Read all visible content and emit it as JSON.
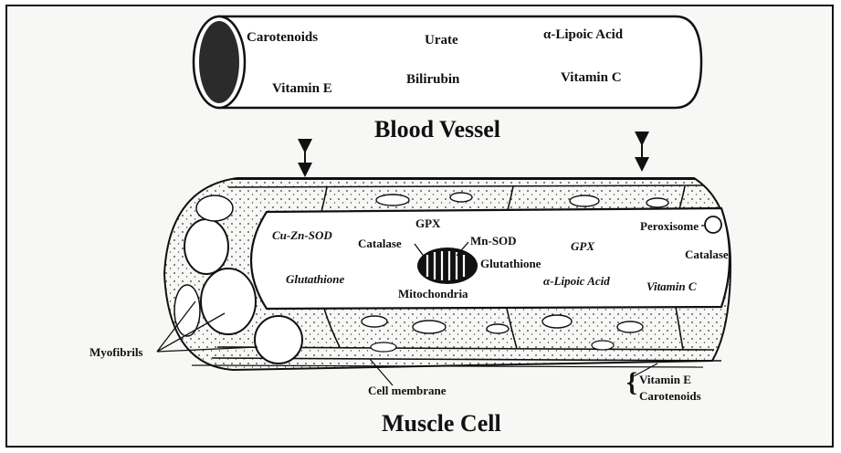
{
  "blood_vessel": {
    "title": "Blood Vessel",
    "antioxidants": {
      "carotenoids": "Carotenoids",
      "urate": "Urate",
      "alpha_lipoic_acid": "α-Lipoic Acid",
      "vitamin_e": "Vitamin E",
      "bilirubin": "Bilirubin",
      "vitamin_c": "Vitamin C"
    }
  },
  "muscle_cell": {
    "title": "Muscle Cell",
    "labels": {
      "cu_zn_sod": "Cu-Zn-SOD",
      "gpx_top": "GPX",
      "catalase_left": "Catalase",
      "mn_sod": "Mn-SOD",
      "glutathione_mito": "Glutathione",
      "mitochondria": "Mitochondria",
      "glutathione_left": "Glutathione",
      "gpx_right": "GPX",
      "alpha_lipoic_acid": "α-Lipoic Acid",
      "peroxisome": "Peroxisome",
      "catalase_right": "Catalase",
      "vitamin_c": "Vitamin C",
      "myofibrils": "Myofibrils",
      "cell_membrane": "Cell membrane",
      "vitamin_e": "Vitamin E",
      "carotenoids": "Carotenoids"
    }
  }
}
